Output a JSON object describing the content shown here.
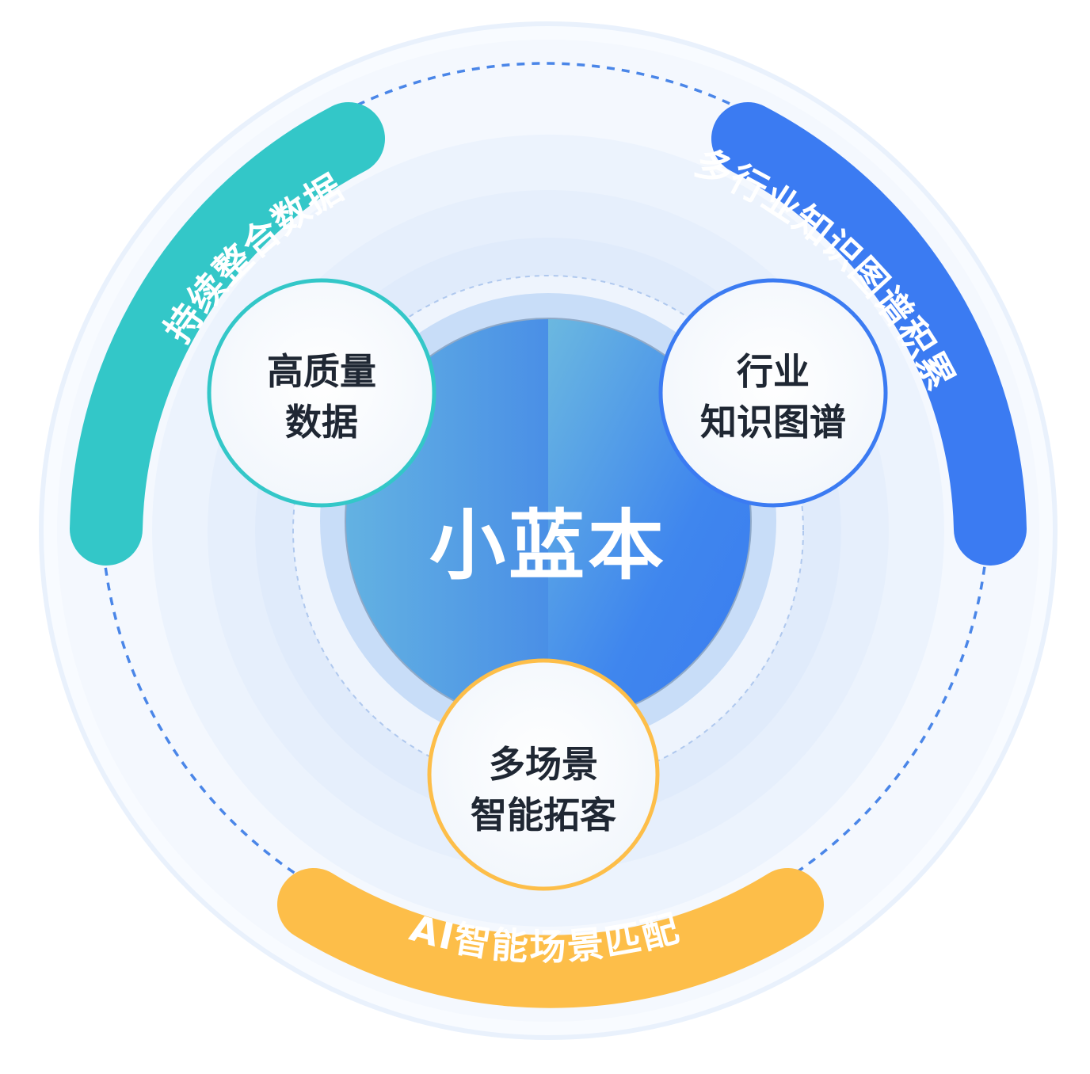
{
  "core": {
    "title": "小蓝本"
  },
  "nodes": {
    "data": {
      "line1": "高质量",
      "line2": "数据",
      "color": "#33C7C8"
    },
    "graph": {
      "line1": "行业",
      "line2": "知识图谱",
      "color": "#3B7BF2"
    },
    "scene": {
      "line1": "多场景",
      "line2": "智能拓客",
      "color": "#FDBE49"
    }
  },
  "arcs": {
    "left": {
      "label": "持续整合数据",
      "color": "#33C7C8"
    },
    "right": {
      "label": "多行业知识图谱积累",
      "color": "#3B7BF2"
    },
    "bottom": {
      "label": "AI智能场景匹配",
      "color": "#FDBE49"
    }
  },
  "colors": {
    "core_left": "#5AA6E6",
    "core_right": "#3B82F0",
    "dashed_ring": "#4A86E8",
    "ring_bg": "#EEF4FD"
  }
}
